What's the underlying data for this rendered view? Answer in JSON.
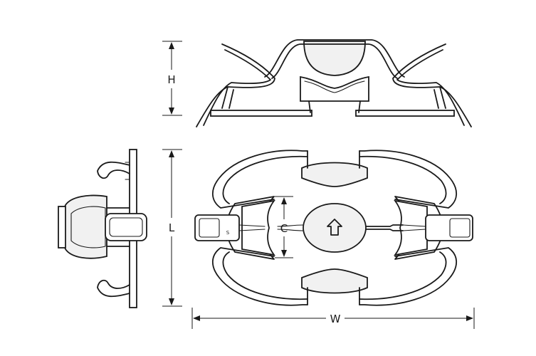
{
  "dimensions": {
    "height_label": "H",
    "length_label": "L",
    "width_label": "W",
    "center_label": "C"
  },
  "marks": {
    "small_tag": "S"
  },
  "colors": {
    "line": "#1a1a1a",
    "background": "#ffffff",
    "fill": "#f1f1f1"
  }
}
